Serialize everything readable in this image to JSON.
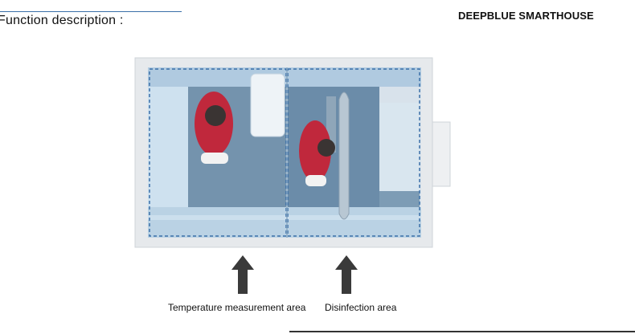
{
  "header": {
    "title": "Function description :",
    "brand": "DEEPBLUE SMARTHOUSE"
  },
  "areas": [
    {
      "label": "Temperature measurement area"
    },
    {
      "label": "Disinfection area"
    }
  ],
  "colors": {
    "brand_blue": "#3a6fa8",
    "cabin_glass": "#c9dcec",
    "cabin_frame": "#e6e9ec",
    "floor": "#4a6f8e",
    "person_shirt": "#c0283c",
    "arrow": "#3a3a3a"
  },
  "icons": [
    "arrow-up-icon"
  ]
}
